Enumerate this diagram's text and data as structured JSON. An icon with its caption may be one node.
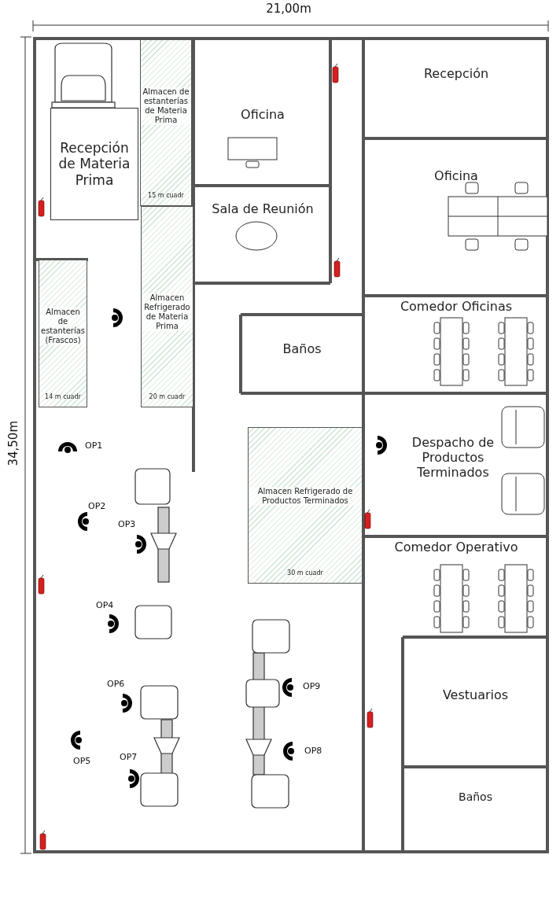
{
  "diagram": {
    "nodes": [
      {
        "text": [
          "Recepción de Materia Prima"
        ]
      },
      {
        "text": [
          "Almacen de estanterías de Materia Prima",
          "15 m cuadr"
        ]
      },
      {
        "text": [
          "Oficina"
        ]
      },
      {
        "text": [
          "Recepción"
        ]
      },
      {
        "text": [
          "Oficina"
        ]
      },
      {
        "text": [
          "Sala de Reunión"
        ]
      },
      {
        "text": [
          "Almacen de estanterías (Frascos)",
          "14 m cuadr"
        ]
      },
      {
        "text": [
          "Almacen Refrigerado de Materia Prima",
          "20 m cuadr"
        ]
      },
      {
        "text": [
          "Comedor Oficinas"
        ]
      },
      {
        "text": [
          "Baños"
        ]
      },
      {
        "text": [
          "Despacho de Productos Terminados"
        ]
      },
      {
        "text": [
          "Almacen Refrigerado de Productos Terminados",
          "30 m cuadr"
        ]
      },
      {
        "text": [
          "Comedor Operativo"
        ]
      },
      {
        "text": [
          "Vestuarios"
        ]
      },
      {
        "text": [
          "Baños"
        ]
      }
    ],
    "edges": [],
    "labels": [
      "21,00m",
      "34,50m",
      "OP1",
      "OP2",
      "OP3",
      "OP4",
      "OP6",
      "OP9",
      "OP8",
      "OP7",
      "OP5"
    ]
  }
}
